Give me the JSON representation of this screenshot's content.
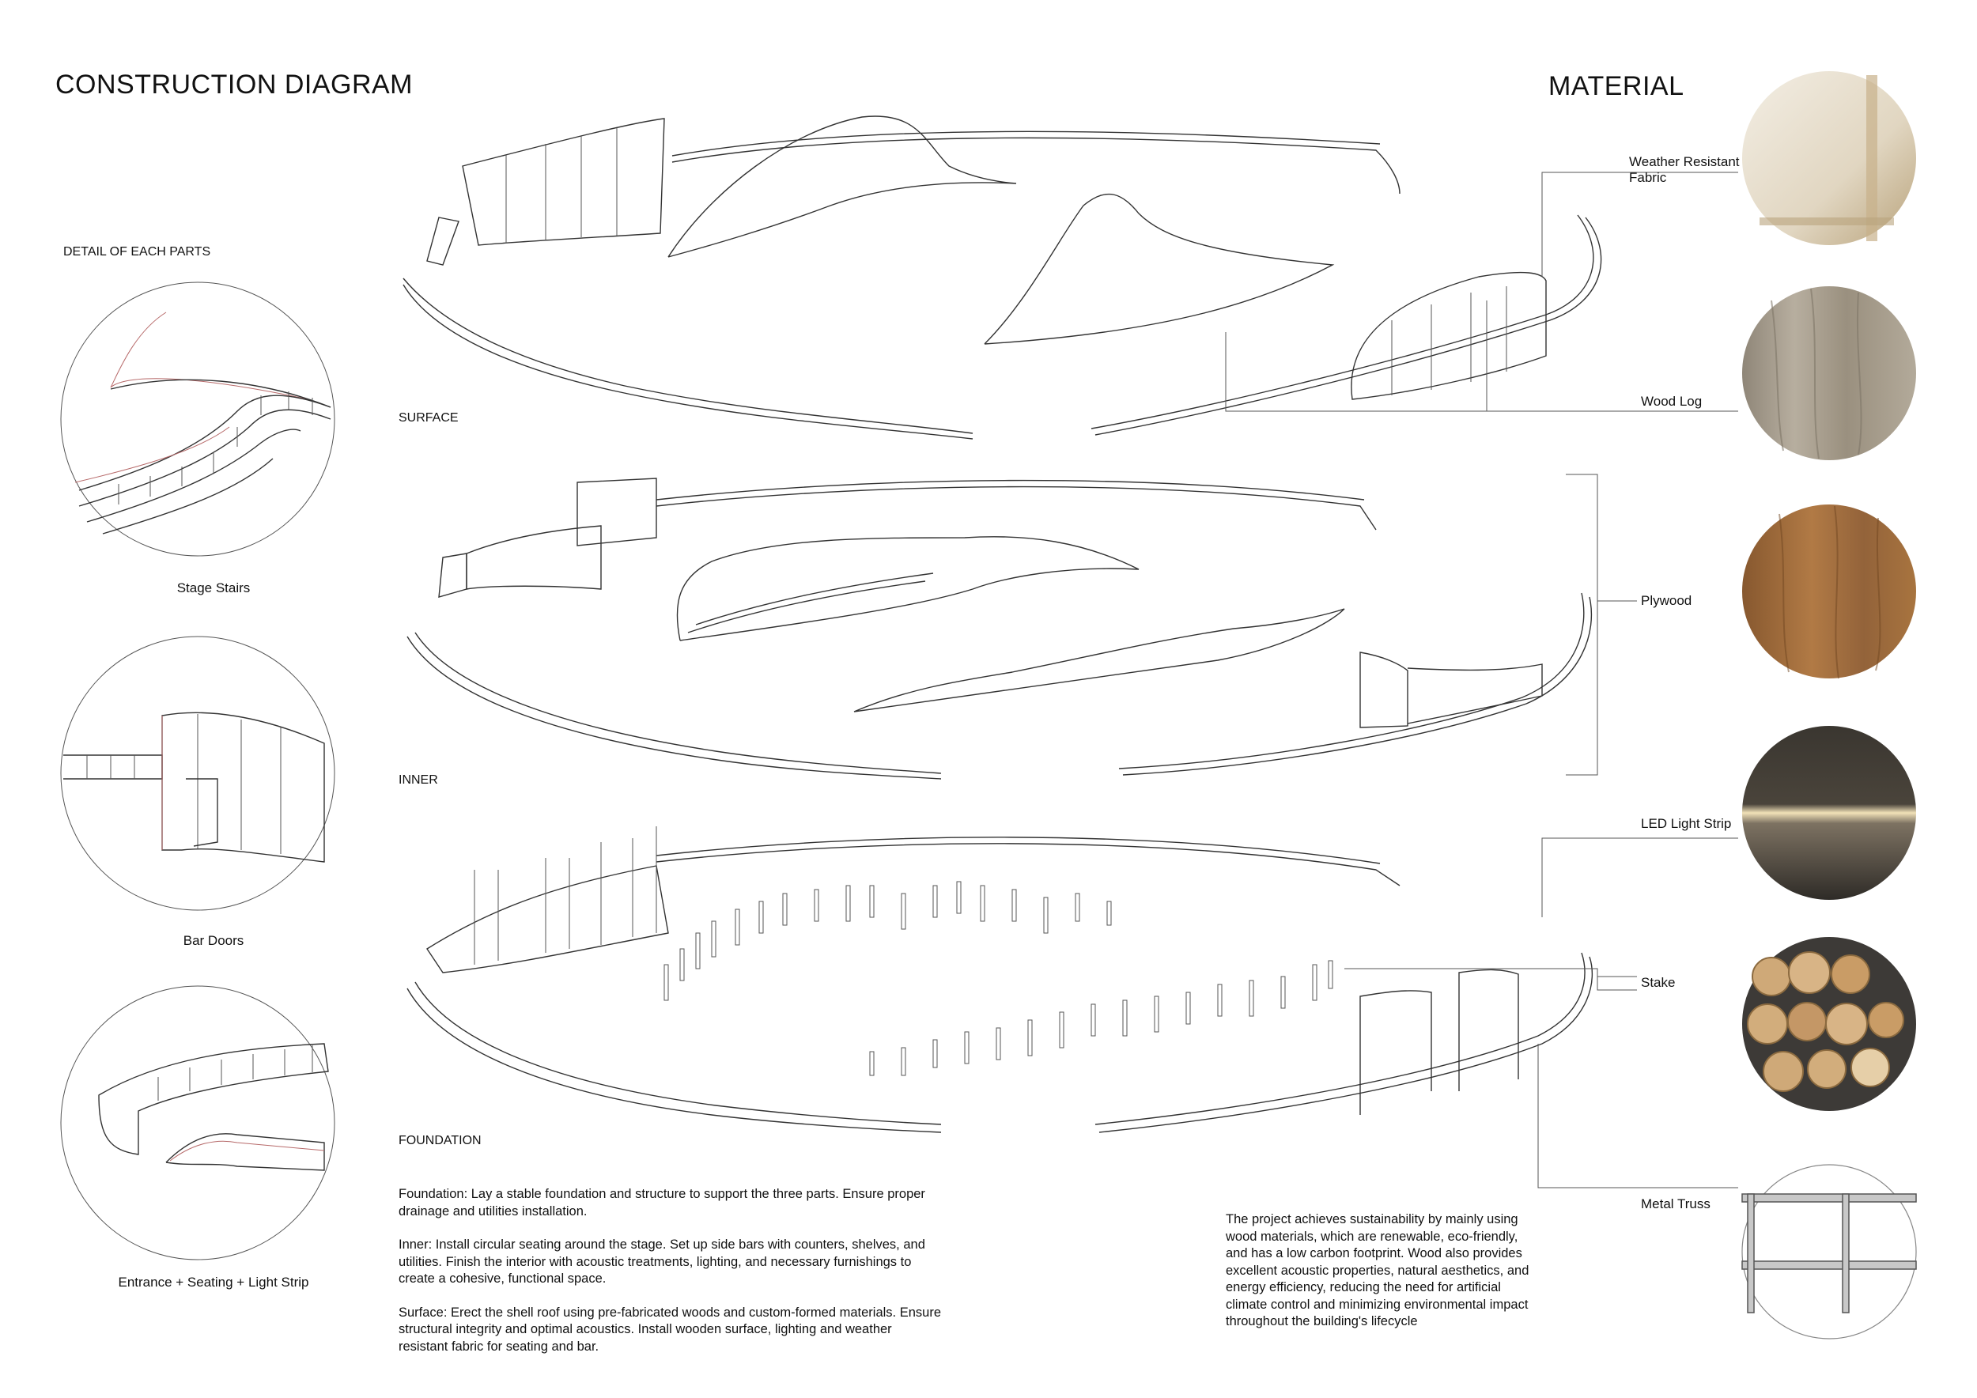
{
  "title": "CONSTRUCTION DIAGRAM",
  "material_title": "MATERIAL",
  "detail_heading": "DETAIL OF EACH PARTS",
  "details": [
    {
      "caption": "Stage Stairs"
    },
    {
      "caption": "Bar Doors"
    },
    {
      "caption": "Entrance + Seating + Light Strip"
    }
  ],
  "layers": {
    "surface": "SURFACE",
    "inner": "INNER",
    "foundation": "FOUNDATION"
  },
  "materials": [
    {
      "label": "Weather Resistant Fabric",
      "icon": "fabric-swatch-icon",
      "color": "#e7dfcf"
    },
    {
      "label": "Wood Log",
      "icon": "wood-log-swatch-icon",
      "color": "#a39a8c"
    },
    {
      "label": "Plywood",
      "icon": "plywood-swatch-icon",
      "color": "#9b6a3c"
    },
    {
      "label": "LED Light Strip",
      "icon": "led-strip-swatch-icon",
      "color": "#4c463e"
    },
    {
      "label": "Stake",
      "icon": "stake-swatch-icon",
      "color": "#b48c5a"
    },
    {
      "label": "Metal Truss",
      "icon": "metal-truss-swatch-icon",
      "color": "#dcdcdc"
    }
  ],
  "instructions": [
    "Foundation: Lay a stable foundation and structure to support the three parts. Ensure proper drainage and utilities installation.",
    "Inner: Install circular seating around the stage. Set up side bars with counters, shelves, and utilities. Finish the interior with acoustic treatments, lighting, and necessary furnishings to create a cohesive, functional space.",
    "Surface: Erect the shell roof using pre-fabricated woods and custom-formed materials. Ensure structural integrity and optimal acoustics. Install wooden surface, lighting and weather resistant fabric for seating and bar."
  ],
  "sustainability": "The project achieves sustainability by mainly using wood materials, which are renewable, eco-friendly, and has a low carbon footprint. Wood also provides excellent acoustic properties, natural aesthetics, and energy efficiency, reducing the need for artificial climate control and minimizing environmental impact throughout the building's lifecycle"
}
